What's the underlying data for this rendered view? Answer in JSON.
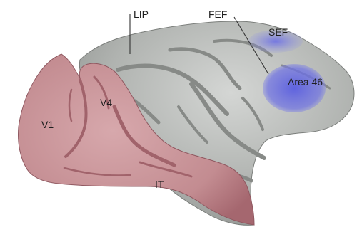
{
  "labels": {
    "lip": "LIP",
    "fef": "FEF",
    "sef": "SEF",
    "area46": "Area 46",
    "v4": "V4",
    "v1": "V1",
    "it": "IT"
  },
  "colors": {
    "cortex": "#a9aca9",
    "cortex_light": "#c9cbc9",
    "sulcus": "#8a8d8a",
    "visual": "#c38c91",
    "visual_dark": "#a66a72",
    "frontal_highlight": "#6f72e0",
    "leader_line": "#333333"
  }
}
